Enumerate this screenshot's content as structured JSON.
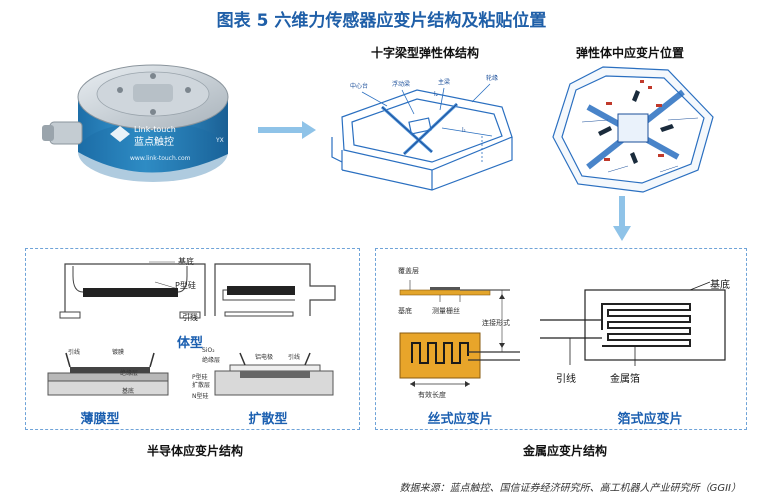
{
  "title": "图表 5 六维力传感器应变片结构及粘贴位置",
  "sensor": {
    "brand_en": "Link-touch",
    "brand_cn": "蓝点触控",
    "url": "www.link-touch.com",
    "side_text": "YX"
  },
  "cross_beam": {
    "title": "十字梁型弹性体结构",
    "labels": {
      "center": "中心台",
      "float_beam": "浮动梁",
      "main_beam": "主梁",
      "rim": "轮缘",
      "l1": "l₁",
      "l2": "l₂"
    }
  },
  "gauge_position": {
    "title": "弹性体中应变片位置"
  },
  "semiconductor": {
    "caption": "半导体应变片结构",
    "body_type": "体型",
    "film_type": "薄膜型",
    "diffusion_type": "扩散型",
    "labels": {
      "substrate_top": "基底",
      "p_silicon": "P型硅",
      "lead_top": "引线",
      "lead_left": "引线",
      "film": "镀膜",
      "insulation": "绝缘层",
      "substrate_bottom": "基底",
      "sio2": "SiO₂",
      "sio2_insulation": "绝缘层",
      "al_electrode": "铝电极",
      "lead_right": "引线",
      "p_silicon_diff": "P型硅",
      "diffusion_layer": "扩散层",
      "n_silicon": "N型硅"
    }
  },
  "metal": {
    "caption": "金属应变片结构",
    "wire_type": "丝式应变片",
    "foil_type": "箔式应变片",
    "labels": {
      "cover": "覆盖层",
      "substrate": "基底",
      "grid": "测量栅丝",
      "connection": "连接形式",
      "effective_length": "有效长度",
      "foil_substrate": "基底",
      "lead": "引线",
      "foil": "金属箔"
    }
  },
  "source": "数据来源：蓝点触控、国信证券经济研究所、高工机器人产业研究所（GGII）"
}
